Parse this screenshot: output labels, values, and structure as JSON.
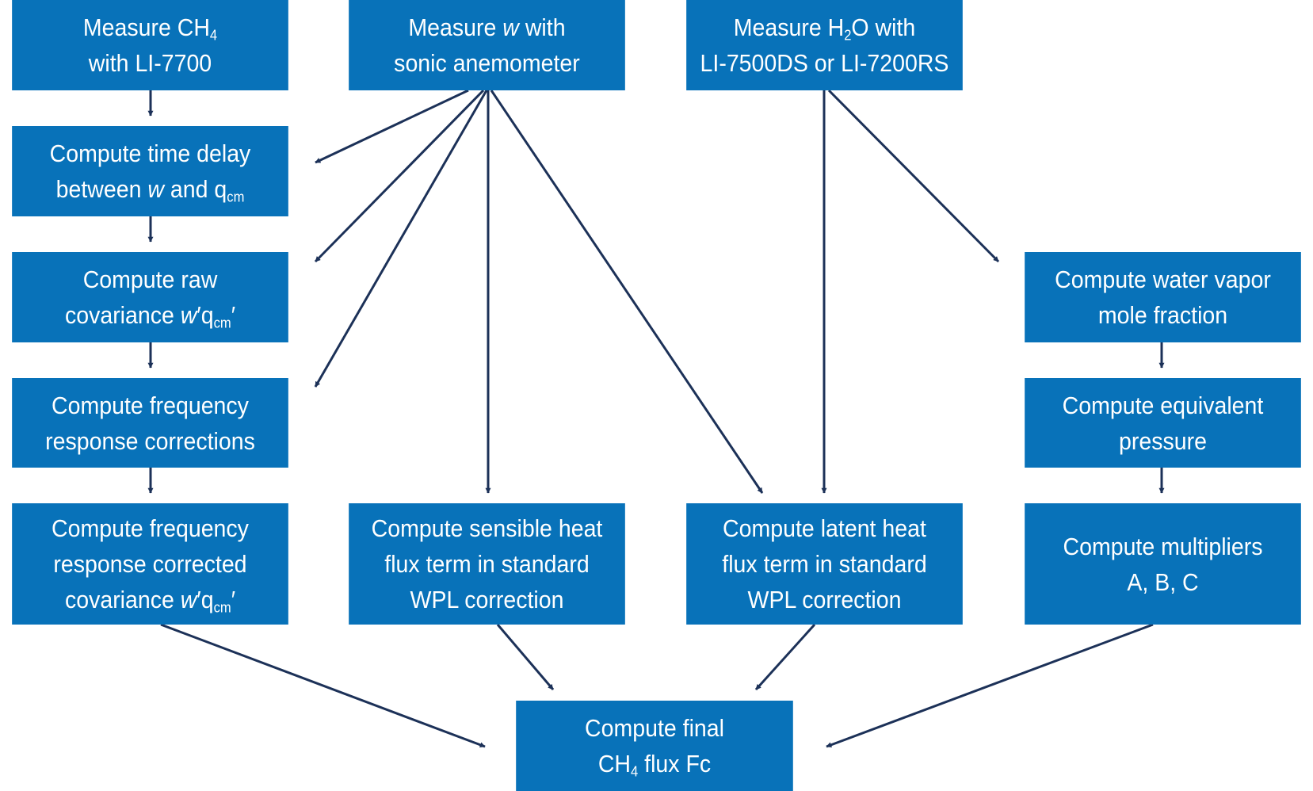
{
  "colors": {
    "box_fill": "#0872b9",
    "box_text": "#ffffff",
    "arrow": "#1c3158"
  },
  "boxes": {
    "measure_ch4": {
      "line1": {
        "pre": "Measure CH",
        "sub": "4"
      },
      "line2": "with LI-7700"
    },
    "measure_w": {
      "line1": {
        "pre": "Measure ",
        "italic": "w",
        "post": " with"
      },
      "line2": "sonic anemometer"
    },
    "measure_h2o": {
      "line1": {
        "pre": "Measure H",
        "sub": "2",
        "post": "O with"
      },
      "line2": "LI-7500DS or LI-7200RS"
    },
    "time_delay": {
      "line1": "Compute time delay",
      "line2": {
        "pre": "between ",
        "italic": "w",
        "mid": " and q",
        "sub": "cm"
      }
    },
    "raw_cov": {
      "line1": "Compute raw",
      "line2": {
        "pre": "covariance ",
        "italic": "w",
        "mid": "′q",
        "sub": "cm",
        "post": "′"
      }
    },
    "freq_resp": {
      "line1": "Compute frequency",
      "line2": "response corrections"
    },
    "freq_corr_cov": {
      "line1": "Compute frequency",
      "line2": "response corrected",
      "line3": {
        "pre": "covariance ",
        "italic": "w",
        "mid": "′q",
        "sub": "cm",
        "post": "′"
      }
    },
    "sensible_heat": {
      "line1": "Compute sensible heat",
      "line2": "flux term in standard",
      "line3": "WPL correction"
    },
    "latent_heat": {
      "line1": "Compute latent heat",
      "line2": "flux term in standard",
      "line3": "WPL correction"
    },
    "water_vapor": {
      "line1": "Compute water vapor",
      "line2": "mole fraction"
    },
    "equiv_pressure": {
      "line1": "Compute equivalent",
      "line2": "pressure"
    },
    "multipliers": {
      "line1": "Compute multipliers",
      "line2": "A, B, C"
    },
    "final_flux": {
      "line1": "Compute final",
      "line2": {
        "pre": "CH",
        "sub": "4",
        "post": " flux Fc"
      }
    }
  }
}
